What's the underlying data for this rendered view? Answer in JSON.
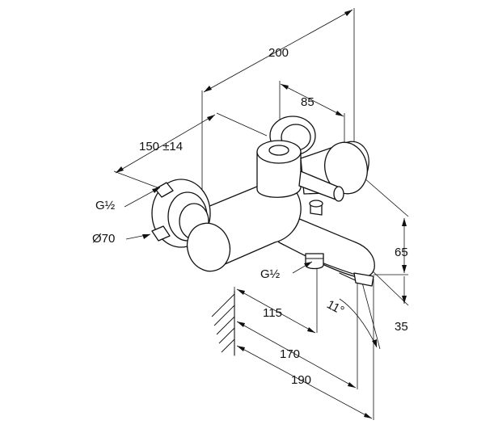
{
  "dimensions": {
    "overall_width": "200",
    "handle_offset": "85",
    "center_distance": "150 ±14",
    "height_top": "65",
    "height_bottom": "35",
    "spout_length_1": "115",
    "spout_length_2": "170",
    "spout_length_3": "190",
    "spout_angle": "11°"
  },
  "labels": {
    "inlet_thread": "G½",
    "outlet_thread": "G½",
    "rosette_diameter": "Ø70"
  },
  "colors": {
    "line": "#111111",
    "background": "#ffffff"
  }
}
